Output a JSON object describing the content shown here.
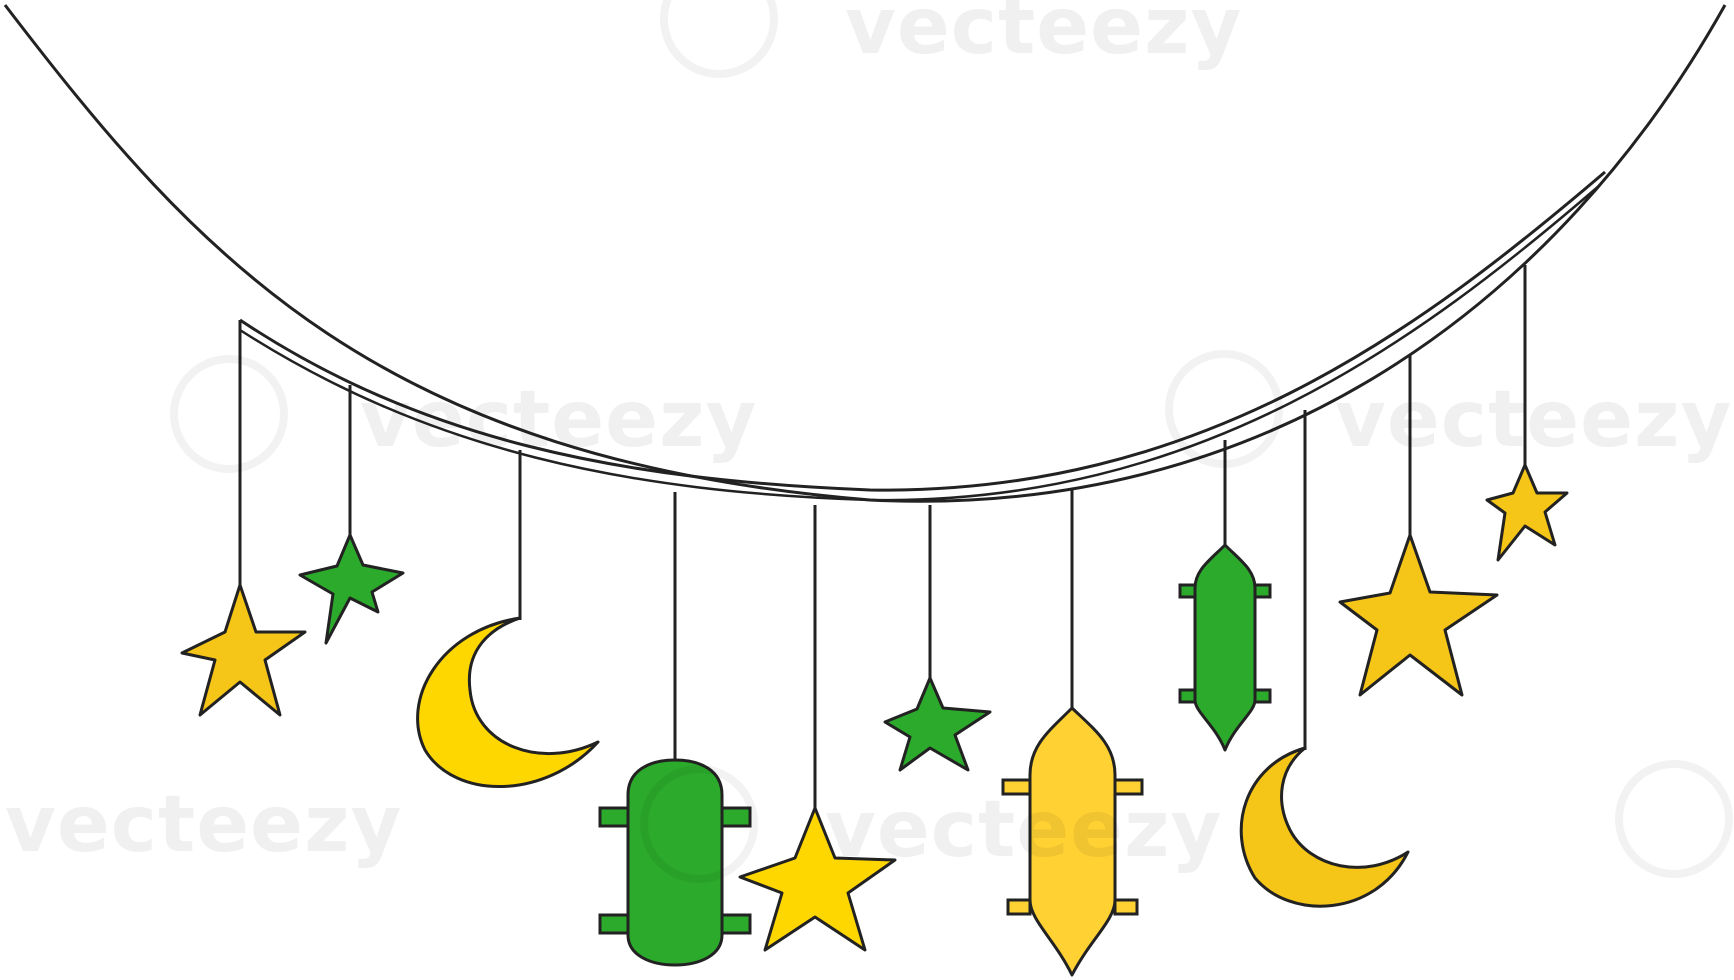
{
  "watermark": {
    "text": "vecteezy"
  },
  "colors": {
    "outline": "#222222",
    "gold": "#F5C518",
    "yellow": "#FFD700",
    "green": "#2CAA2C"
  },
  "ornaments": [
    {
      "shape": "star",
      "color": "gold"
    },
    {
      "shape": "star",
      "color": "green"
    },
    {
      "shape": "crescent",
      "color": "yellow"
    },
    {
      "shape": "lantern",
      "color": "green"
    },
    {
      "shape": "star",
      "color": "yellow"
    },
    {
      "shape": "star",
      "color": "green"
    },
    {
      "shape": "lantern",
      "color": "gold"
    },
    {
      "shape": "lantern",
      "color": "green"
    },
    {
      "shape": "crescent",
      "color": "gold"
    },
    {
      "shape": "star",
      "color": "gold"
    },
    {
      "shape": "star",
      "color": "gold"
    }
  ]
}
